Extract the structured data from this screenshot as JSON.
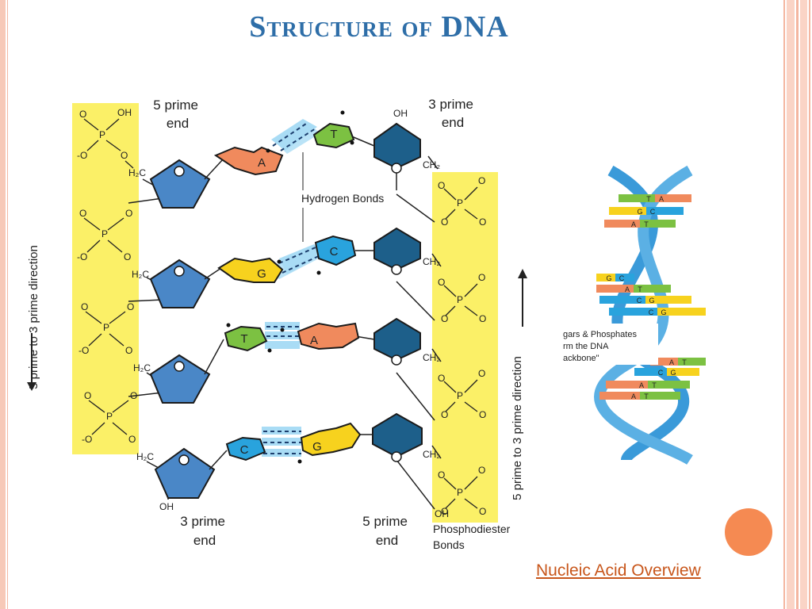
{
  "title": "Structure of DNA",
  "link_text": "Nucleic Acid Overview",
  "diagram": {
    "label_5prime_top": [
      "5 prime",
      "end"
    ],
    "label_3prime_top": [
      "3 prime",
      "end"
    ],
    "label_3prime_bottom": [
      "3 prime",
      "end"
    ],
    "label_5prime_bottom": [
      "5 prime",
      "end"
    ],
    "hydrogen_bonds": "Hydrogen Bonds",
    "phosphodiester": [
      "Phosphodiester",
      "Bonds"
    ],
    "left_direction": "5 prime to 3 prime direction",
    "right_direction": "5 prime to 3 prime direction",
    "helix_caption": [
      "gars & Phosphates",
      "rm the DNA",
      "ackbone\""
    ],
    "pairs": [
      {
        "left": "A",
        "right": "T"
      },
      {
        "left": "G",
        "right": "C"
      },
      {
        "left": "T",
        "right": "A"
      },
      {
        "left": "C",
        "right": "G"
      }
    ],
    "atoms": {
      "oh": "OH",
      "o": "O",
      "p": "P",
      "neg_o": "-O",
      "h2c": "H₂C",
      "ch2": "CH₂"
    }
  },
  "helix_rungs": [
    [
      "T",
      "A"
    ],
    [
      "G",
      "C"
    ],
    [
      "A",
      "T"
    ],
    [
      "G",
      "C"
    ],
    [
      "A",
      "T"
    ],
    [
      "C",
      "G"
    ],
    [
      "C",
      "G"
    ],
    [
      "A",
      "T"
    ],
    [
      "C",
      "G"
    ],
    [
      "A",
      "T"
    ],
    [
      "A",
      "T"
    ]
  ],
  "colors": {
    "title": "#2e6ea8",
    "highlight": "#fbf067",
    "sugar_left": "#4a87c7",
    "sugar_right": "#1d5f8a",
    "adenine": "#f08a5d",
    "thymine": "#7cc142",
    "guanine": "#f7d21e",
    "cytosine": "#29a3dd",
    "bond": "#a9dcf5",
    "helix": "#3a9ad9",
    "link": "#c8561b",
    "dot": "#f58a52"
  }
}
